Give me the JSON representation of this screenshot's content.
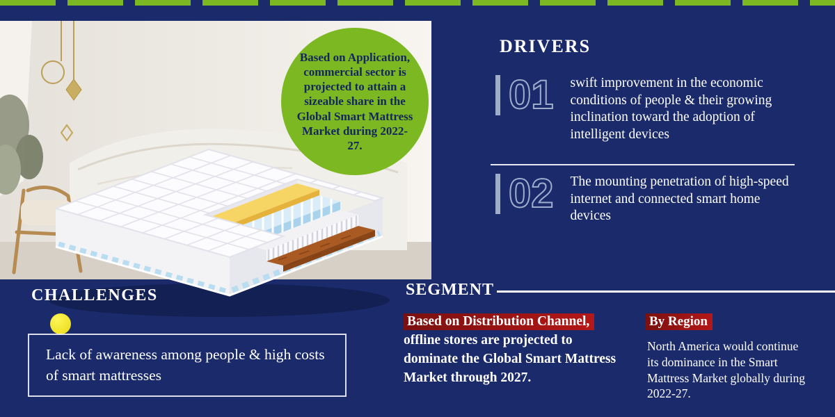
{
  "colors": {
    "background_navy": "#1a2a6a",
    "accent_green": "#7cb821",
    "highlight_red": "#9e1515",
    "bullet_yellow": "#f2e815",
    "number_outline": "#9fadcc",
    "text_white": "#ffffff",
    "callout_text_navy": "#13265e"
  },
  "callout": {
    "text": "Based on Application, commercial sector is projected to attain a sizeable share in the Global Smart Mattress Market during 2022-27."
  },
  "drivers": {
    "title": "DRIVERS",
    "items": [
      {
        "number": "01",
        "text": "swift improvement in the economic conditions of people & their growing inclination toward the adoption of intelligent devices"
      },
      {
        "number": "02",
        "text": "The mounting penetration of high-speed internet and connected smart home devices"
      }
    ]
  },
  "segment": {
    "title": "SEGMENT",
    "highlight": "Based on Distribution Channel,",
    "rest": "offline stores are projected to dominate the Global Smart Mattress Market through 2027."
  },
  "region": {
    "label": "By Region",
    "text": "North America would continue its dominance in the Smart Mattress Market globally during 2022-27."
  },
  "challenges": {
    "title": "CHALLENGES",
    "text": "Lack of awareness among people & high costs of smart mattresses"
  }
}
